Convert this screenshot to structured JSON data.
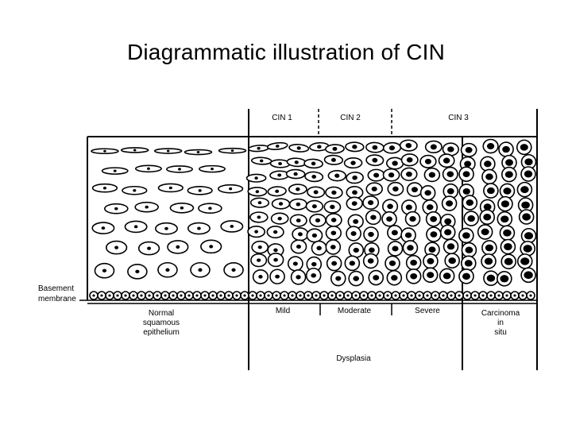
{
  "title": "Diagrammatic illustration of CIN",
  "diagram": {
    "grades": [
      "CIN 1",
      "CIN 2",
      "CIN 3"
    ],
    "side_label": [
      "Basement",
      "membrane"
    ],
    "bottom_labels": {
      "normal": [
        "Normal",
        "squamous",
        "epithelium"
      ],
      "mild": "Mild",
      "moderate": "Moderate",
      "severe": "Severe",
      "carcinoma": [
        "Carcinoma",
        "in",
        "situ"
      ],
      "dysplasia": "Dysplasia"
    }
  }
}
